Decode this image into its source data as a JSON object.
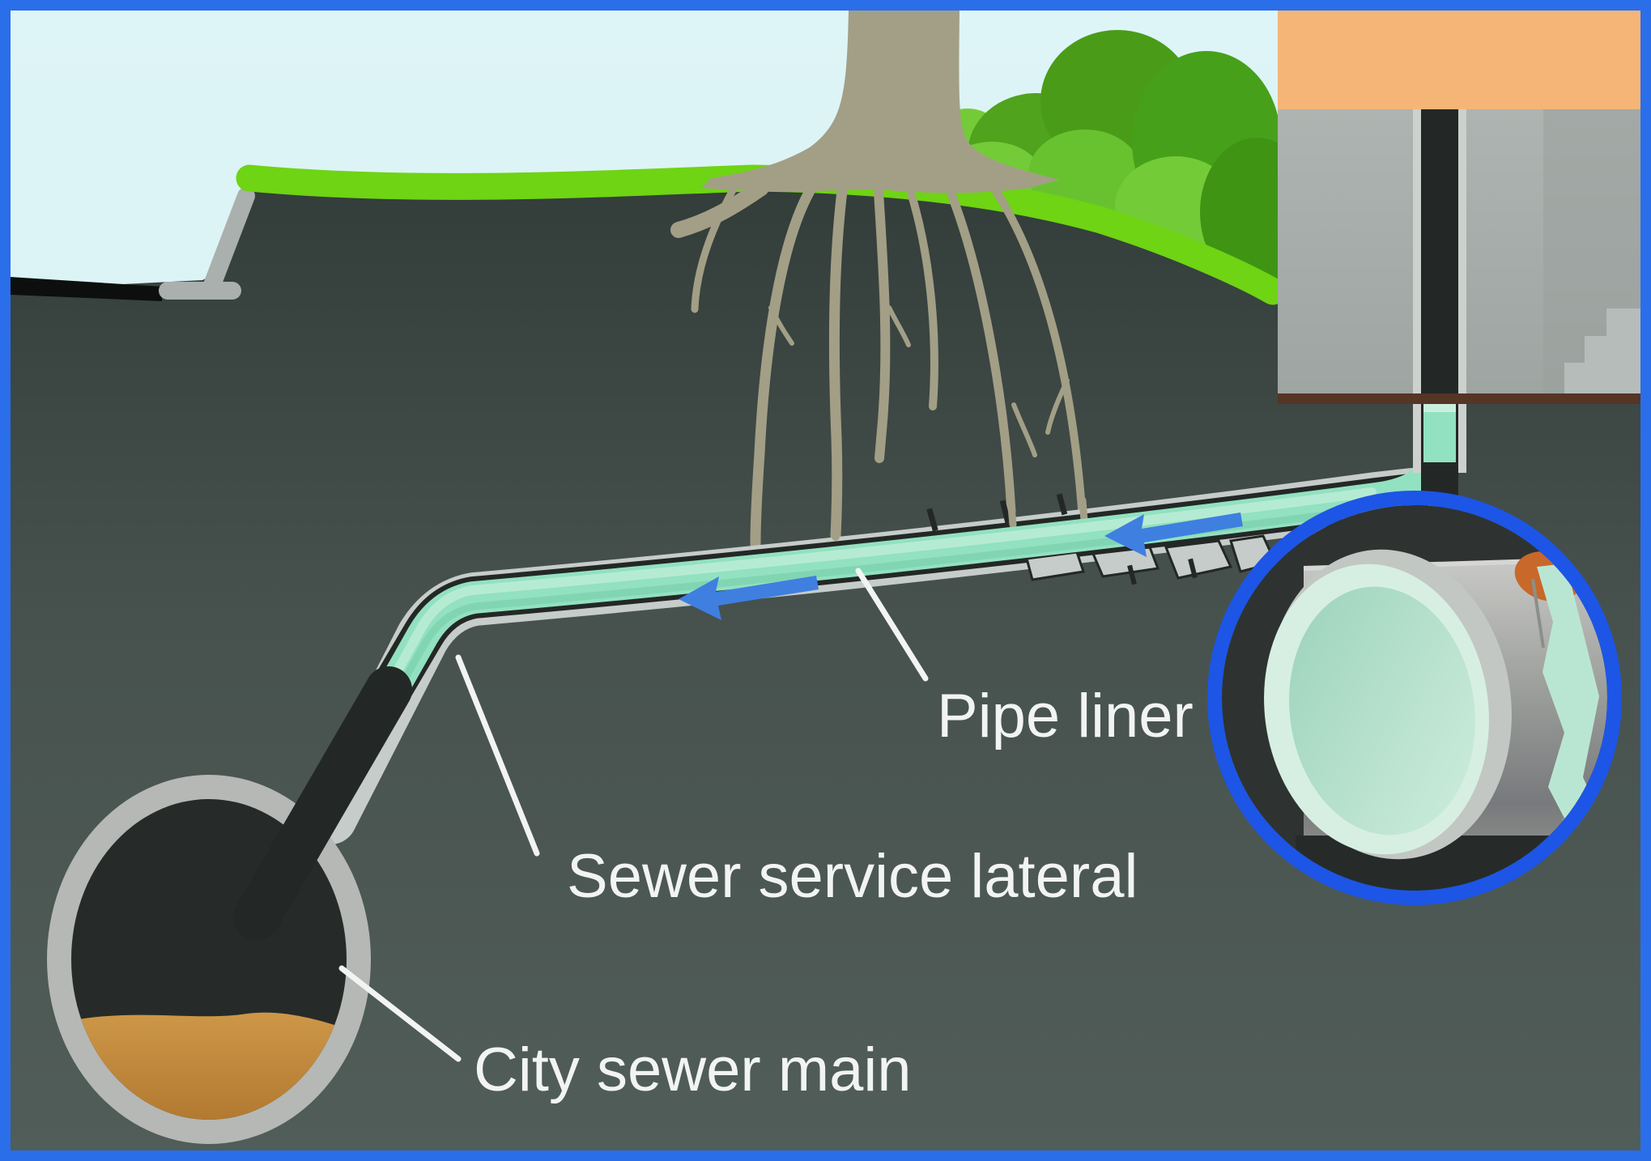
{
  "diagram": {
    "type": "cutaway-illustration",
    "subject": "Sewer service lateral pipe lining (trenchless liner) between a house and the city sewer main",
    "labels": {
      "pipe_liner": "Pipe liner",
      "sewer_service_lateral": "Sewer service lateral",
      "city_sewer_main": "City sewer main"
    },
    "flow_arrows": {
      "count": 2,
      "direction": "left, from house toward city sewer main",
      "color": "#3f7fe0"
    },
    "magnifier_inset": {
      "shows": "close-up of mint liner inside the cracked old lateral pipe",
      "ring_color": "#1d55e6"
    },
    "colors": {
      "border": "#2b6ee9",
      "sky": "#daf2f4",
      "ground_top": "#333d3a",
      "ground_bottom": "#515d59",
      "grass": "#6ed413",
      "bush_dark": "#4fa31d",
      "bush_light": "#74cb38",
      "tree_roots": "#a29f86",
      "liner": "#92e1c0",
      "liner_highlight": "#c9f0dd",
      "old_pipe_casing": "#c6ccc9",
      "pipe_interior": "#232826",
      "house_slab": "#f5b577",
      "house_wall": "#a8aeab",
      "house_sill": "#553525",
      "street": "#0c0f0e",
      "curb": "#a9b0ad",
      "sediment": "#bf8336",
      "main_ring": "#b5b8b5",
      "label_text": "#f2f4f3",
      "arrow": "#3f7fe0",
      "magnifier_ring": "#1d55e6"
    }
  }
}
